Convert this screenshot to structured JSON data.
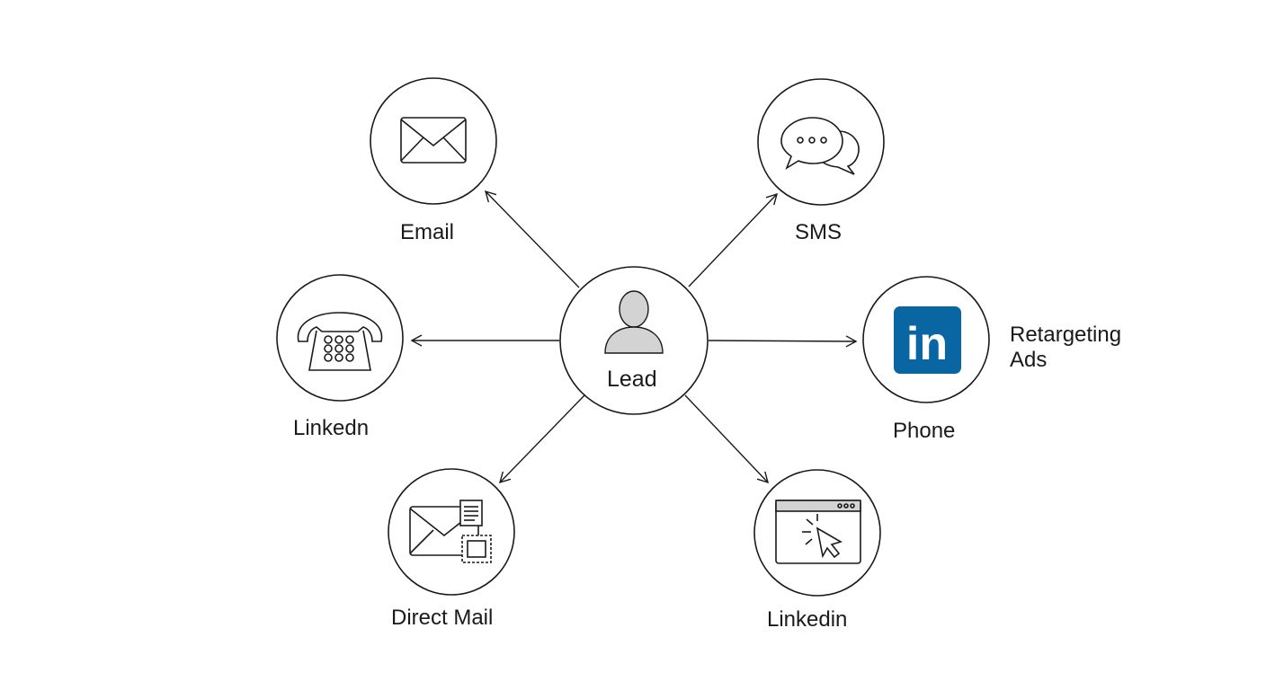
{
  "center": {
    "label": "Lead",
    "icon": "person-icon"
  },
  "channels": {
    "email": {
      "label": "Email",
      "icon": "envelope-icon"
    },
    "sms": {
      "label": "SMS",
      "icon": "chat-bubbles-icon"
    },
    "phone": {
      "label": "Linkedn",
      "icon": "telephone-icon"
    },
    "linkedin": {
      "label": "Retargeting\nAds",
      "icon": "linkedin-logo",
      "caption": "Phone",
      "logo_text": "in"
    },
    "direct_mail": {
      "label": "Direct Mail",
      "icon": "envelope-with-letter-and-stamp-icon"
    },
    "retargeting": {
      "label": "Linkedin",
      "icon": "browser-cursor-click-icon"
    }
  },
  "colors": {
    "stroke": "#1a1a1a",
    "icon_fill": "#d3d3d3",
    "linkedin_blue": "#0a66a2"
  }
}
